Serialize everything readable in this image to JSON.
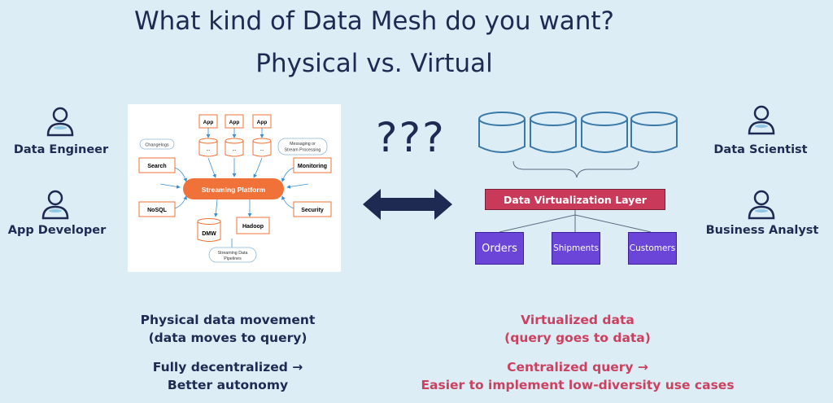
{
  "title": {
    "line1": "What kind of Data Mesh do you want?",
    "line2": "Physical vs. Virtual"
  },
  "personas": {
    "left": [
      {
        "label": "Data Engineer",
        "icon": "user-icon"
      },
      {
        "label": "App Developer",
        "icon": "user-icon"
      }
    ],
    "right": [
      {
        "label": "Data Scientist",
        "icon": "user-icon"
      },
      {
        "label": "Business Analyst",
        "icon": "user-icon"
      }
    ]
  },
  "physical_diagram": {
    "apps": [
      "App",
      "App",
      "App"
    ],
    "db_labels": [
      "...",
      "...",
      "..."
    ],
    "changelogs": "Changelogs",
    "messaging": [
      "Messaging or",
      "Stream Processing"
    ],
    "left_nodes": [
      "Search",
      "NoSQL"
    ],
    "right_nodes": [
      "Monitoring",
      "Security"
    ],
    "platform": "Streaming Platform",
    "dmw": "DMW",
    "hadoop": "Hadoop",
    "pipelines": [
      "Streaming Data",
      "Pipelines"
    ]
  },
  "question_marks": "???",
  "virtual_diagram": {
    "layer": "Data Virtualization Layer",
    "targets": [
      "Orders",
      "Shipments",
      "Customers"
    ]
  },
  "captions": {
    "physical": {
      "line1": "Physical data movement",
      "line2": "(data moves to query)",
      "line3": "Fully decentralized →",
      "line4": "Better autonomy"
    },
    "virtual": {
      "line1": "Virtualized data",
      "line2": "(query goes to data)",
      "line3": "Centralized query →",
      "line4": "Easier to implement low-diversity use cases"
    }
  },
  "colors": {
    "background": "#dcedf6",
    "navy": "#1f2a52",
    "accent_red": "#cc4060",
    "orange": "#f07238",
    "purple": "#6b44d8",
    "cylinder_blue": "#3a78a8"
  }
}
